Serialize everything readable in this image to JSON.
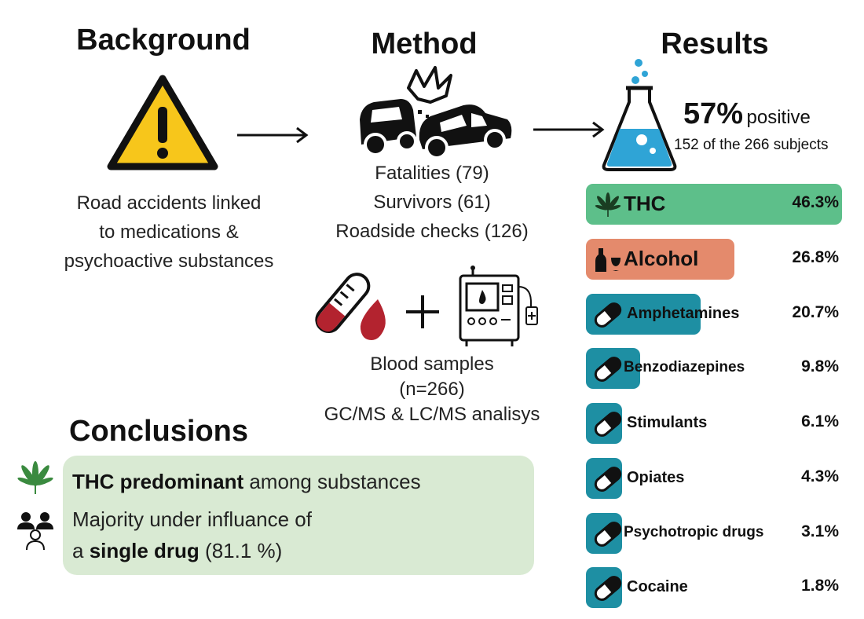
{
  "background": {
    "title": "Background",
    "lines": [
      "Road accidents linked",
      "to medications &",
      "psychoactive substances"
    ]
  },
  "method": {
    "title": "Method",
    "groups": [
      "Fatalities (79)",
      "Survivors (61)",
      "Roadside checks (126)"
    ],
    "samples": [
      "Blood samples",
      "(n=266)",
      "GC/MS & LC/MS analisys"
    ]
  },
  "results": {
    "title": "Results",
    "percent": "57%",
    "percent_label": "positive",
    "subtitle": "152 of the 266 subjects"
  },
  "conclusions": {
    "title": "Conclusions",
    "line1_bold": "THC predominant",
    "line1_rest": " among substances",
    "line2": "Majority under influance of",
    "line3_pre": "a ",
    "line3_bold": "single drug",
    "line3_post": " (81.1 %)"
  },
  "colors": {
    "thc": "#5dbf8a",
    "alcohol": "#e48a6c",
    "drug": "#1e8fa3",
    "conclusion_bg": "#d9ead3",
    "warning": "#f7c61b"
  },
  "chart_data": {
    "type": "bar",
    "categories": [
      "THC",
      "Alcohol",
      "Amphetamines",
      "Benzodiazepines",
      "Stimulants",
      "Opiates",
      "Psychotropic drugs",
      "Cocaine"
    ],
    "values": [
      46.3,
      26.8,
      20.7,
      9.8,
      6.1,
      4.3,
      3.1,
      1.8
    ],
    "value_labels": [
      "46.3%",
      "26.8%",
      "20.7%",
      "9.8%",
      "6.1%",
      "4.3%",
      "3.1%",
      "1.8%"
    ],
    "icons": [
      "cannabis-leaf-icon",
      "wine-bottle-icon",
      "pill-icon",
      "pill-icon",
      "pill-icon",
      "pill-icon",
      "pill-icon",
      "pill-icon"
    ]
  }
}
